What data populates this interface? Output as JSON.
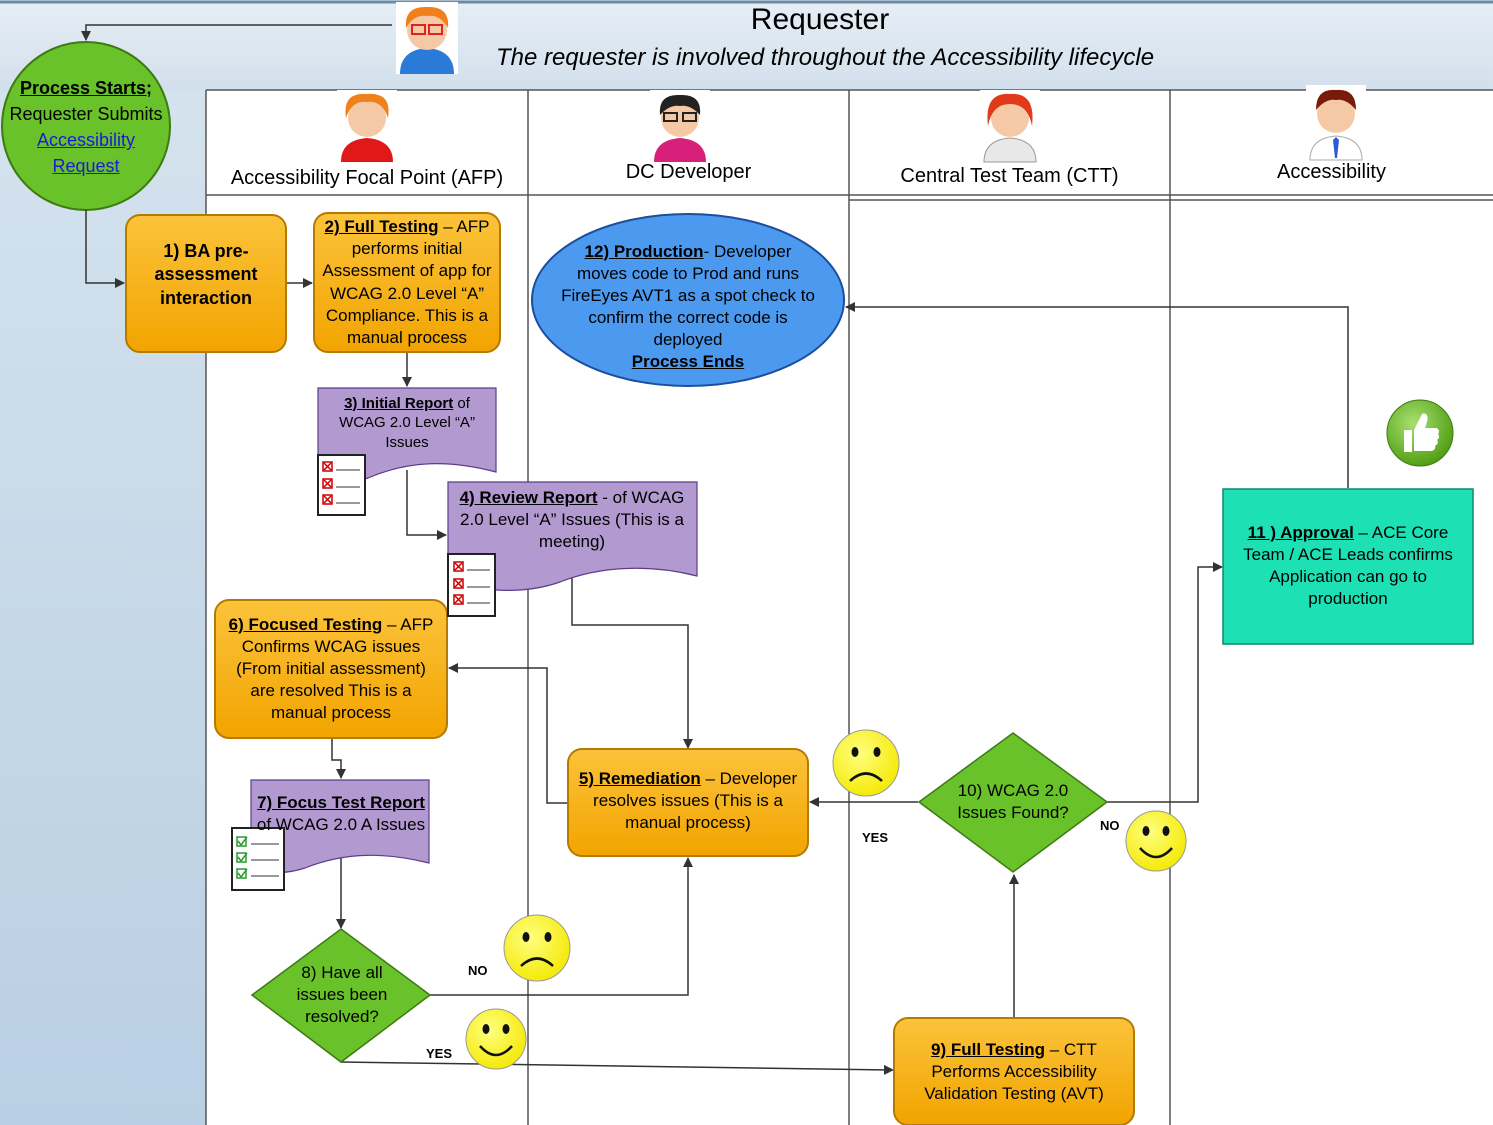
{
  "header": {
    "title": "Requester",
    "subtitle": "The requester is involved throughout the Accessibility lifecycle"
  },
  "lanes": {
    "afp": "Accessibility Focal Point (AFP)",
    "dev": "DC Developer",
    "ctt": "Central Test Team (CTT)",
    "acc": "Accessibility"
  },
  "start": {
    "line1": "Process Starts;",
    "line2": "Requester Submits",
    "link1": "Accessibility",
    "link2": "Request"
  },
  "steps": {
    "s1": "1) BA pre-assessment interaction",
    "s2_title": "2) Full Testing",
    "s2_text": " – AFP performs initial Assessment of app for WCAG 2.0 Level “A” Compliance. This is a manual process",
    "s3_title": "3) Initial Report",
    "s3_text": " of WCAG 2.0 Level “A” Issues",
    "s4_title": "4) Review Report",
    "s4_text": " - of WCAG 2.0 Level “A” Issues (This is a meeting)",
    "s5_title": "5) Remediation",
    "s5_text": " – Developer resolves issues (This is a manual process)",
    "s6_title": "6) Focused Testing",
    "s6_text": " – AFP Confirms WCAG issues (From initial assessment) are resolved This is a manual process",
    "s7_title": "7) Focus Test Report",
    "s7_text": " of WCAG 2.0 A Issues",
    "s8": "8) Have all issues been resolved?",
    "s9_title": "9) Full Testing",
    "s9_text": " – CTT Performs Accessibility Validation Testing (AVT)",
    "s10": "10) WCAG 2.0 Issues Found?",
    "s11_title": "11 ) Approval",
    "s11_text": " – ACE Core Team / ACE Leads confirms Application can go to production",
    "s12_title": "12) Production",
    "s12_text": "- Developer moves code to Prod and runs FireEyes AVT1 as a spot check to confirm the correct code is deployed",
    "s12_end": "Process Ends"
  },
  "edges": {
    "no_8": "NO",
    "yes_8": "YES",
    "yes_10": "YES",
    "no_10": "NO"
  },
  "colors": {
    "orange": "#f7b400",
    "purple": "#b29ad1",
    "green": "#6ac22a",
    "teal": "#1de0b4",
    "blue": "#4c9af0",
    "lane_border": "#444444"
  }
}
